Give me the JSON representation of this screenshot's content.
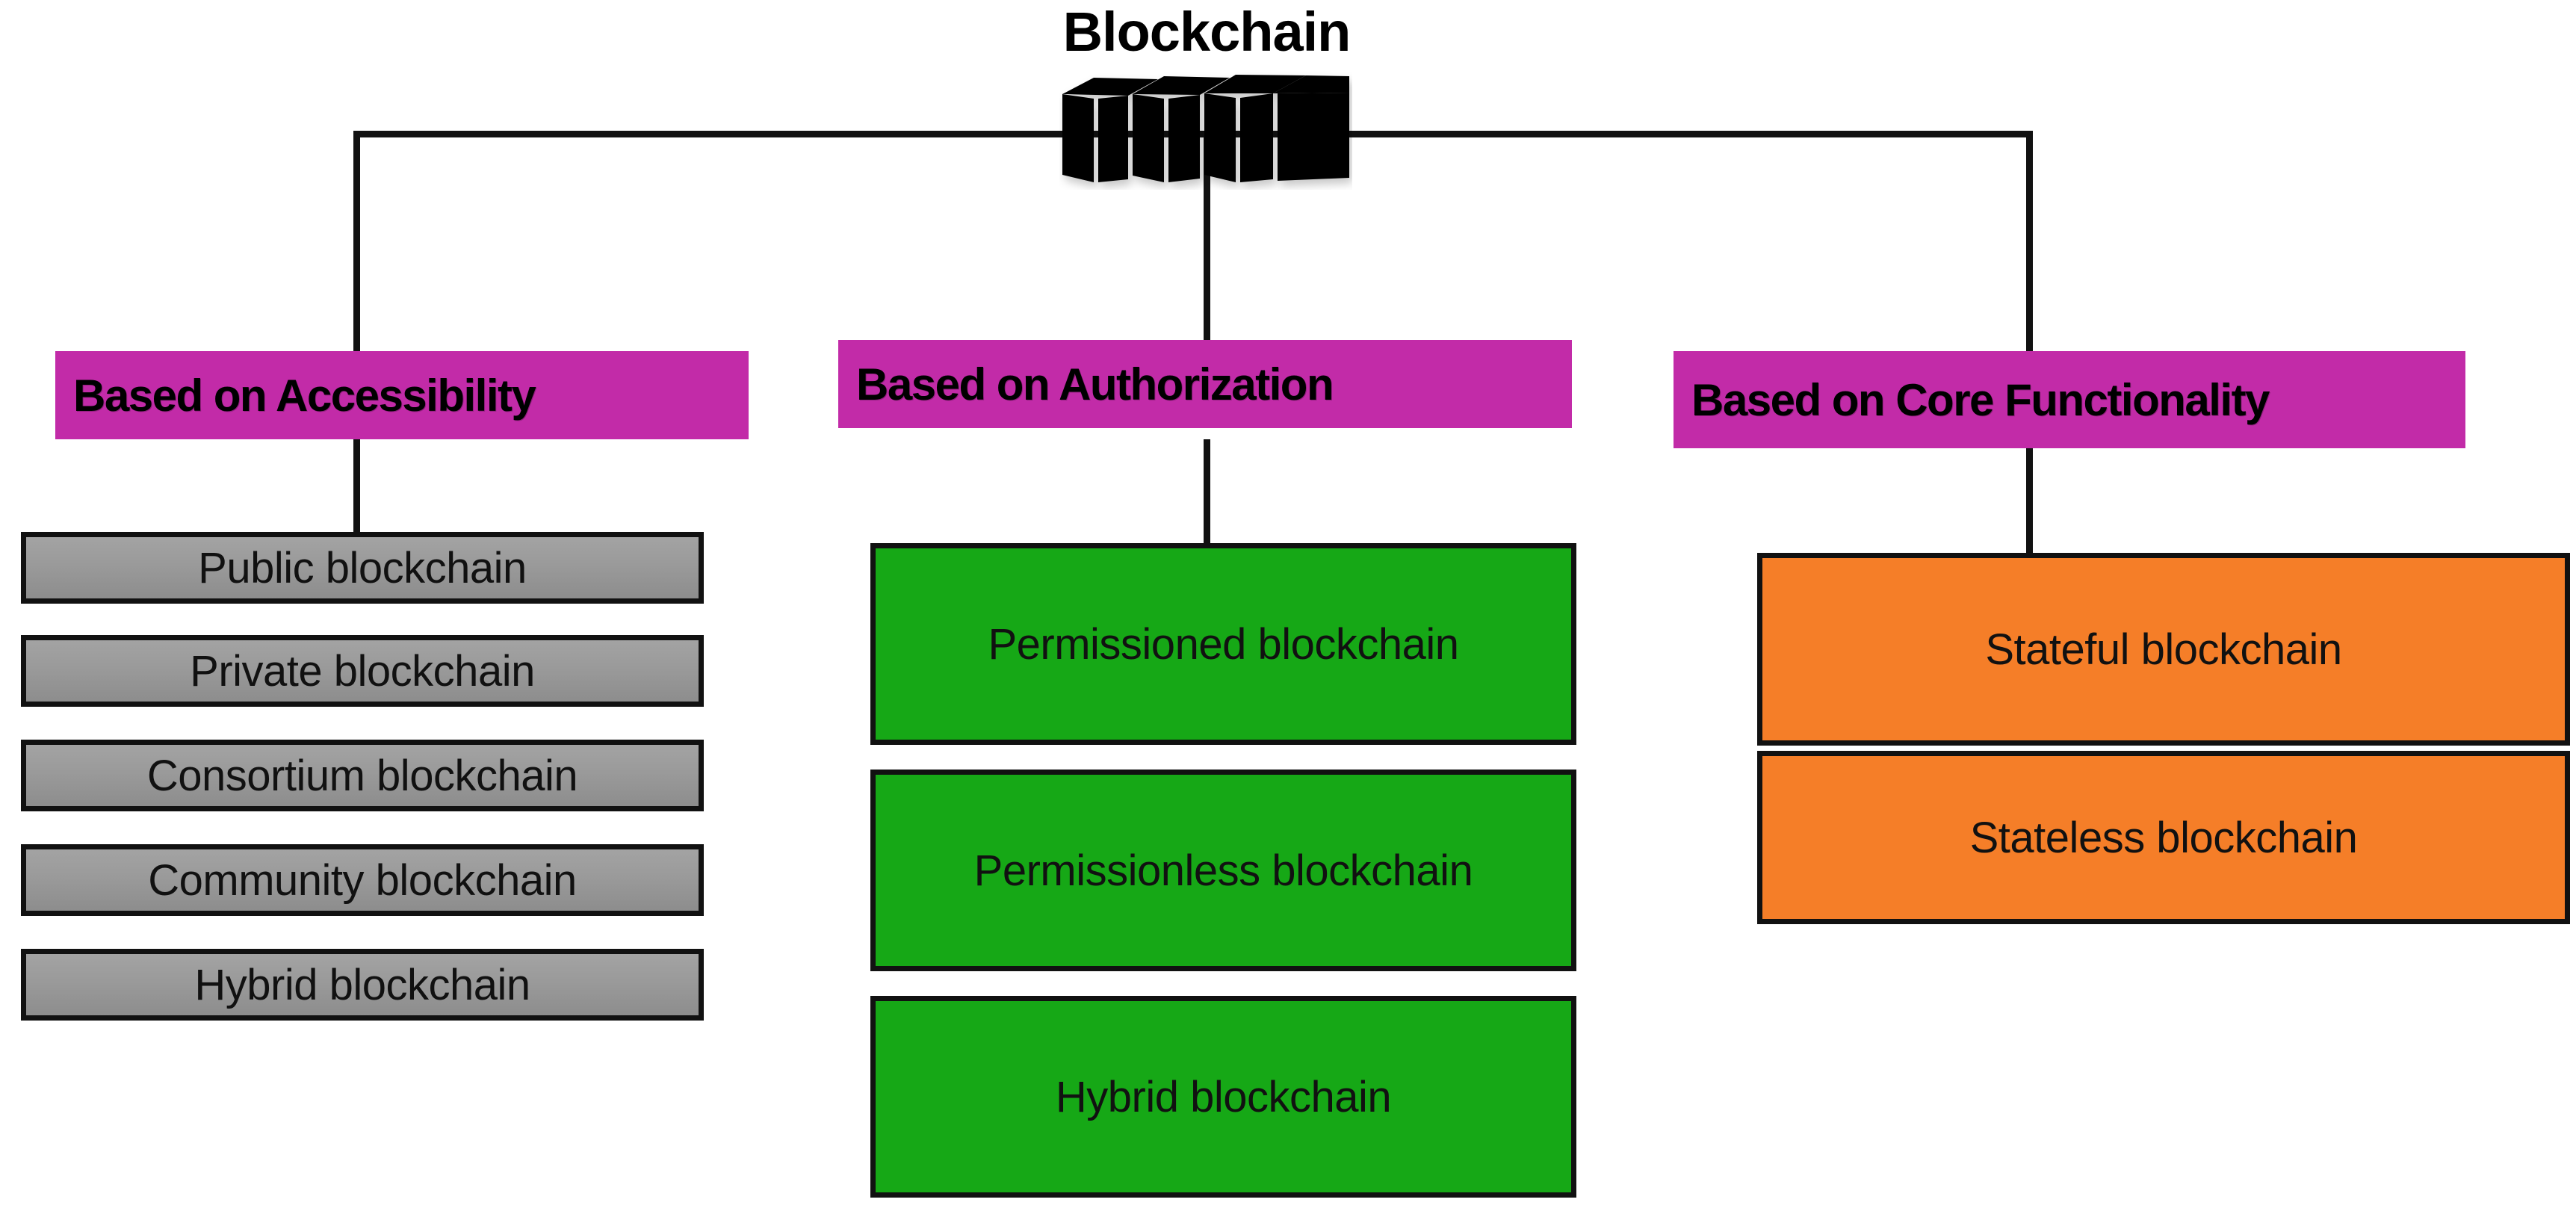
{
  "diagram": {
    "title": "Blockchain",
    "root_icon": "blockchain-cubes-icon",
    "colors": {
      "category_header": "#c22ba8",
      "accessibility_items": "#999999",
      "authorization_items": "#16a816",
      "core_functionality_items": "#f57e28",
      "connector": "#111111",
      "background": "#ffffff"
    },
    "branches": [
      {
        "id": "accessibility",
        "header": "Based on Accessibility",
        "items": [
          "Public blockchain",
          "Private blockchain",
          "Consortium blockchain",
          "Community blockchain",
          "Hybrid blockchain"
        ]
      },
      {
        "id": "authorization",
        "header": "Based on Authorization",
        "items": [
          "Permissioned blockchain",
          "Permissionless blockchain",
          "Hybrid blockchain"
        ]
      },
      {
        "id": "core_functionality",
        "header": "Based on Core Functionality",
        "items": [
          "Stateful blockchain",
          "Stateless blockchain"
        ]
      }
    ]
  }
}
